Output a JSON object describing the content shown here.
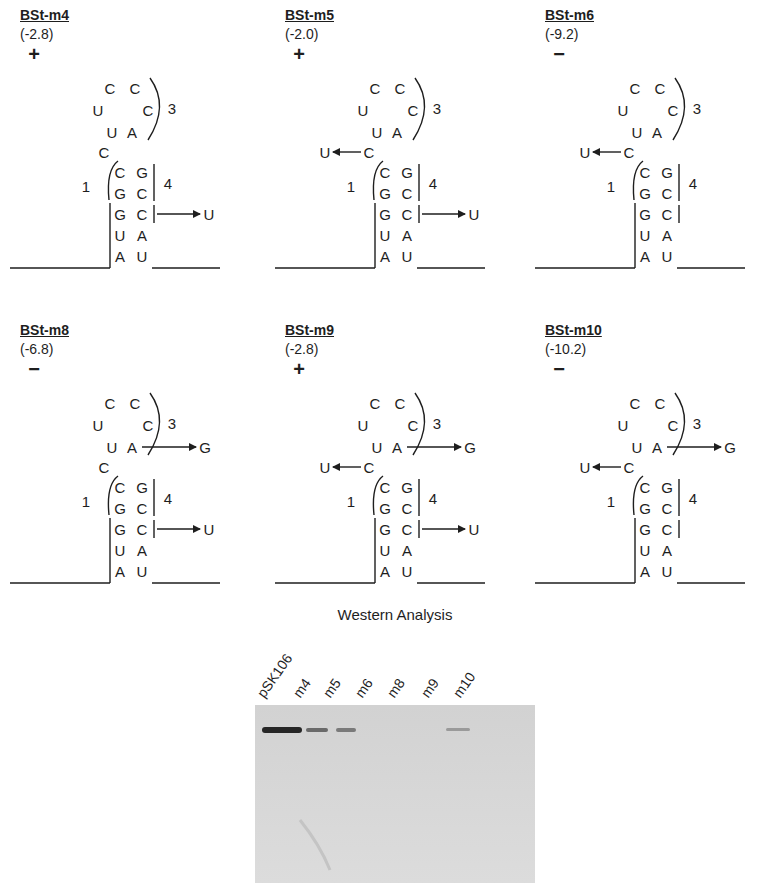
{
  "diagram": {
    "labels": [
      "BSt-m4",
      "(-2.8)",
      "+",
      "C",
      "C",
      "U",
      "C",
      "U",
      "A",
      "3",
      "C",
      "1",
      "C",
      "G",
      "G",
      "C",
      "G",
      "C",
      "U",
      "A",
      "A",
      "U",
      "4",
      "U",
      "BSt-m5",
      "(-2.0)",
      "+",
      "C",
      "C",
      "U",
      "C",
      "U",
      "A",
      "3",
      "C",
      "1",
      "C",
      "G",
      "G",
      "C",
      "G",
      "C",
      "U",
      "A",
      "A",
      "U",
      "4",
      "U",
      "U",
      "BSt-m6",
      "(-9.2)",
      "−",
      "C",
      "C",
      "U",
      "C",
      "U",
      "A",
      "3",
      "C",
      "1",
      "C",
      "G",
      "G",
      "C",
      "G",
      "C",
      "U",
      "A",
      "A",
      "U",
      "4",
      "U",
      "BSt-m8",
      "(-6.8)",
      "−",
      "C",
      "C",
      "U",
      "C",
      "U",
      "A",
      "3",
      "C",
      "1",
      "C",
      "G",
      "G",
      "C",
      "G",
      "C",
      "U",
      "A",
      "A",
      "U",
      "4",
      "G",
      "U",
      "BSt-m9",
      "(-2.8)",
      "+",
      "C",
      "C",
      "U",
      "C",
      "U",
      "A",
      "3",
      "C",
      "1",
      "C",
      "G",
      "G",
      "C",
      "G",
      "C",
      "U",
      "A",
      "A",
      "U",
      "4",
      "G",
      "U",
      "U",
      "BSt-m10",
      "(-10.2)",
      "−",
      "C",
      "C",
      "U",
      "C",
      "U",
      "A",
      "3",
      "C",
      "1",
      "C",
      "G",
      "G",
      "C",
      "G",
      "C",
      "U",
      "A",
      "A",
      "U",
      "4",
      "G",
      "U",
      "Western Analysis",
      "pSK106",
      "m4",
      "m5",
      "m6",
      "m8",
      "m9",
      "m10"
    ]
  }
}
